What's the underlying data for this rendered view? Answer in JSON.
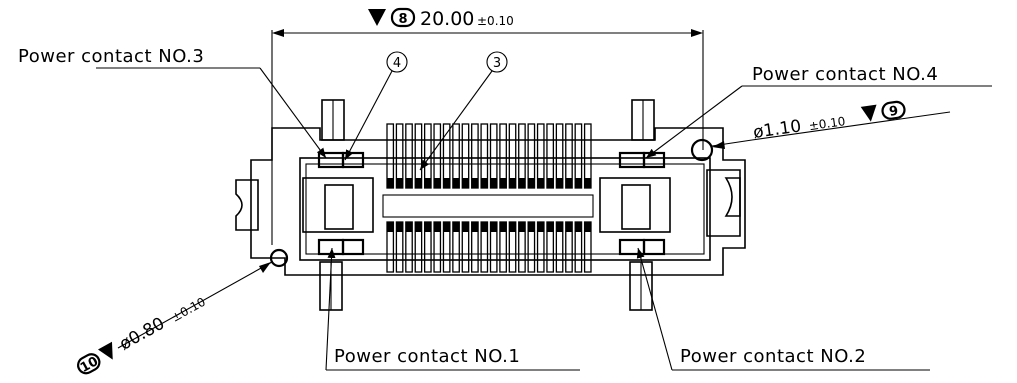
{
  "drawing": {
    "top_dim": {
      "callout": "8",
      "value": "20.00",
      "tol": "±0.10"
    },
    "right_dim": {
      "diam": "ø1.10",
      "tol": "±0.10",
      "callout": "9"
    },
    "left_dim": {
      "diam": "ø0.80",
      "tol": "±0.10",
      "callout": "10"
    },
    "balloons": {
      "a": "4",
      "b": "3"
    },
    "labels": {
      "pc3": "Power contact NO.3",
      "pc4": "Power contact NO.4",
      "pc1": "Power contact NO.1",
      "pc2": "Power contact NO.2"
    },
    "contacts_per_row": 22
  }
}
